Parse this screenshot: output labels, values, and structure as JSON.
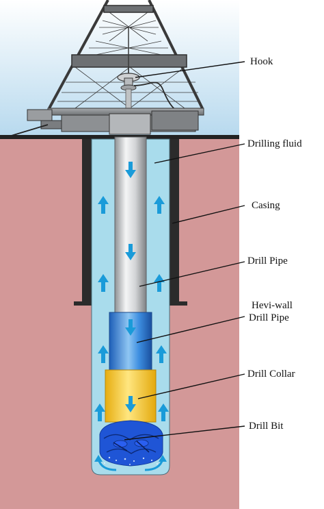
{
  "labels": {
    "hook": "Hook",
    "drilling_fluid": "Drilling fluid",
    "casing": "Casing",
    "drill_pipe": "Drill Pipe",
    "hevi_wall_line1": "Hevi-wall",
    "hevi_wall_line2": "Drill Pipe",
    "drill_collar": "Drill Collar",
    "drill_bit": "Drill Bit"
  },
  "colors": {
    "sky": "#b9dcef",
    "earth": "#d39898",
    "casing": "#2b2b2b",
    "annulus": "#a9dcec",
    "drill_pipe": "#c9ccce",
    "hevi_wall": "#2f7fd6",
    "drill_collar": "#f3c21b",
    "drill_bit": "#1f55d6",
    "arrow": "#1a9bd9"
  }
}
